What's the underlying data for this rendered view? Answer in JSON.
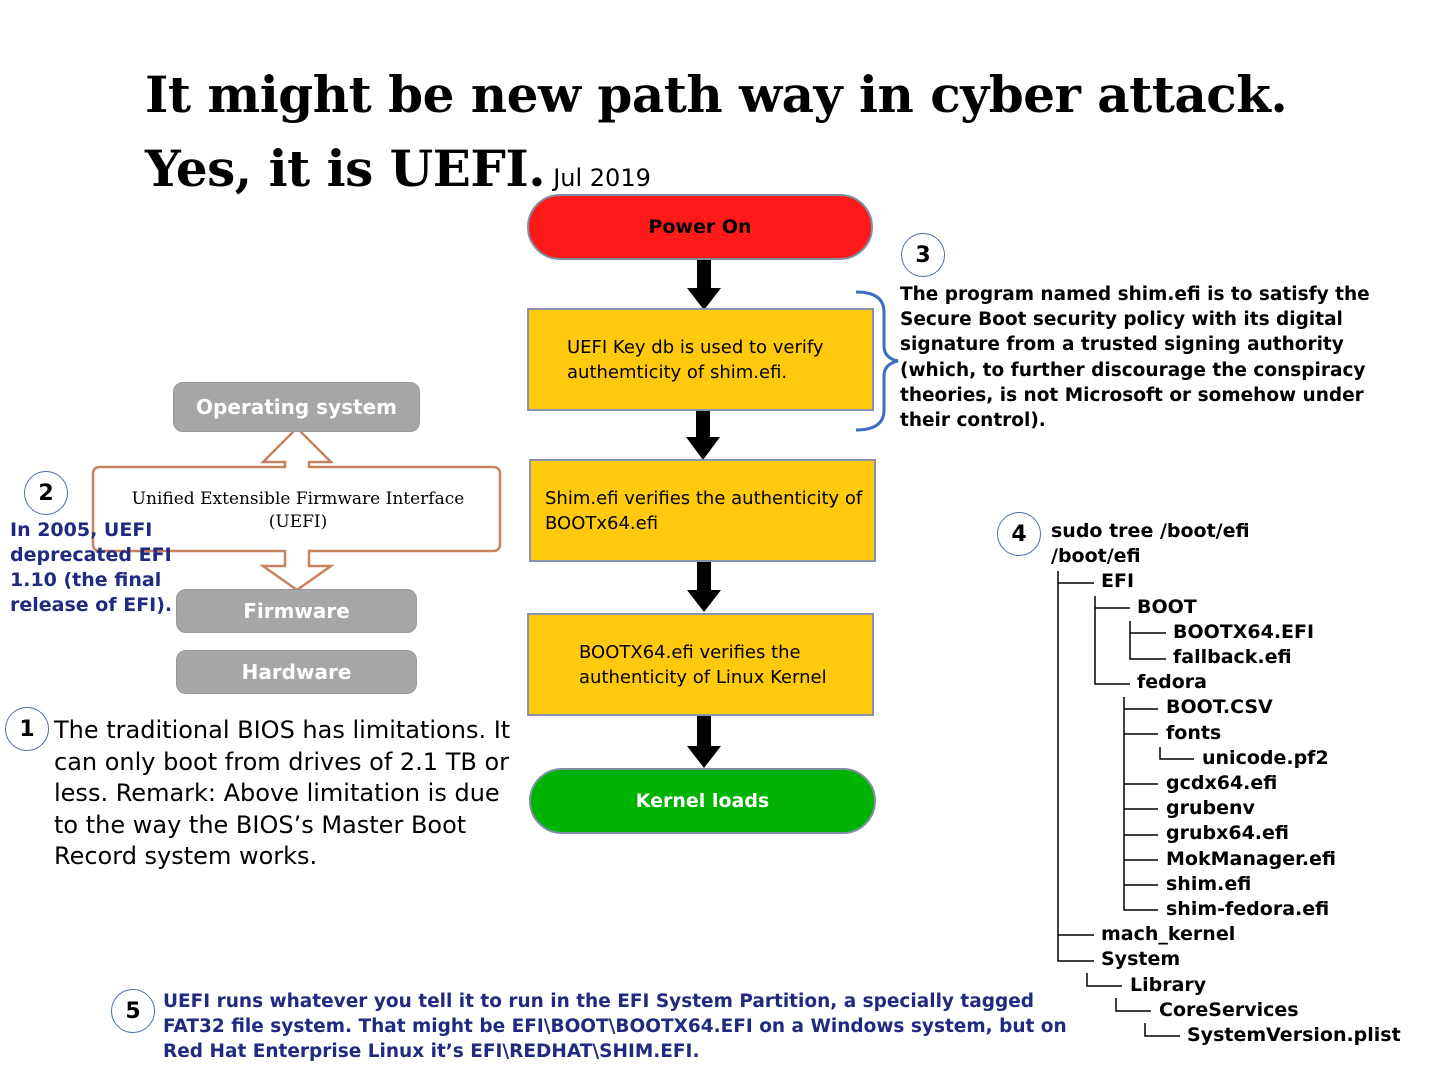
{
  "title": {
    "text": "It might be new path way in cyber attack. Yes, it is UEFI.",
    "date": "Jul 2019"
  },
  "flow": {
    "power_on": "Power On",
    "step_key_db": "UEFI Key db is used to verify authemticity of shim.efi.",
    "step_shim": "Shim.efi verifies the authenticity of BOOTx64.efi",
    "step_bootx64": "BOOTX64.efi verifies the authenticity of  Linux Kernel",
    "kernel_loads": "Kernel loads"
  },
  "layers": {
    "os": "Operating system",
    "uefi": "Unified Extensible Firmware Interface (UEFI)",
    "firmware": "Firmware",
    "hardware": "Hardware"
  },
  "notes": {
    "n1_num": "1",
    "n1_text": "The traditional BIOS has limitations. It can only boot from drives of 2.1 TB or less. Remark: Above limitation is due to the way the BIOS’s Master Boot Record system works.",
    "n2_num": "2",
    "n2_text": "In 2005, UEFI deprecated EFI 1.10 (the final release of EFI).",
    "n3_num": "3",
    "n3_text": "The program named shim.efi is to satisfy the Secure Boot security policy with its digital signature from a trusted signing authority (which, to further discourage the conspiracy theories, is not Microsoft or somehow under their control).",
    "n4_num": "4",
    "n5_num": "5",
    "n5_text": "UEFI runs whatever you tell it to run in the EFI System Partition, a specially tagged FAT32 file system. That might be EFI\\BOOT\\BOOTX64.EFI on a Windows system, but on Red Hat Enterprise Linux it’s EFI\\REDHAT\\SHIM.EFI."
  },
  "tree": {
    "command": "sudo tree /boot/efi",
    "root": "/boot/efi",
    "efi": "EFI",
    "boot": "BOOT",
    "bootx64": "BOOTX64.EFI",
    "fallback": "fallback.efi",
    "fedora": "fedora",
    "boot_csv": "BOOT.CSV",
    "fonts": "fonts",
    "unicode": "unicode.pf2",
    "gcdx64": "gcdx64.efi",
    "grubenv": "grubenv",
    "grubx64": "grubx64.efi",
    "mokmanager": "MokManager.efi",
    "shim": "shim.efi",
    "shim_fedora": "shim-fedora.efi",
    "mach_kernel": "mach_kernel",
    "system": "System",
    "library": "Library",
    "coreservices": "CoreServices",
    "systemversion": "SystemVersion.plist"
  },
  "colors": {
    "power_on": "#ff1a1a",
    "step": "#ffc90e",
    "kernel": "#00b300",
    "layer": "#a6a6a6",
    "uefi_border": "#c8825f",
    "note_text": "#1f2a80"
  }
}
